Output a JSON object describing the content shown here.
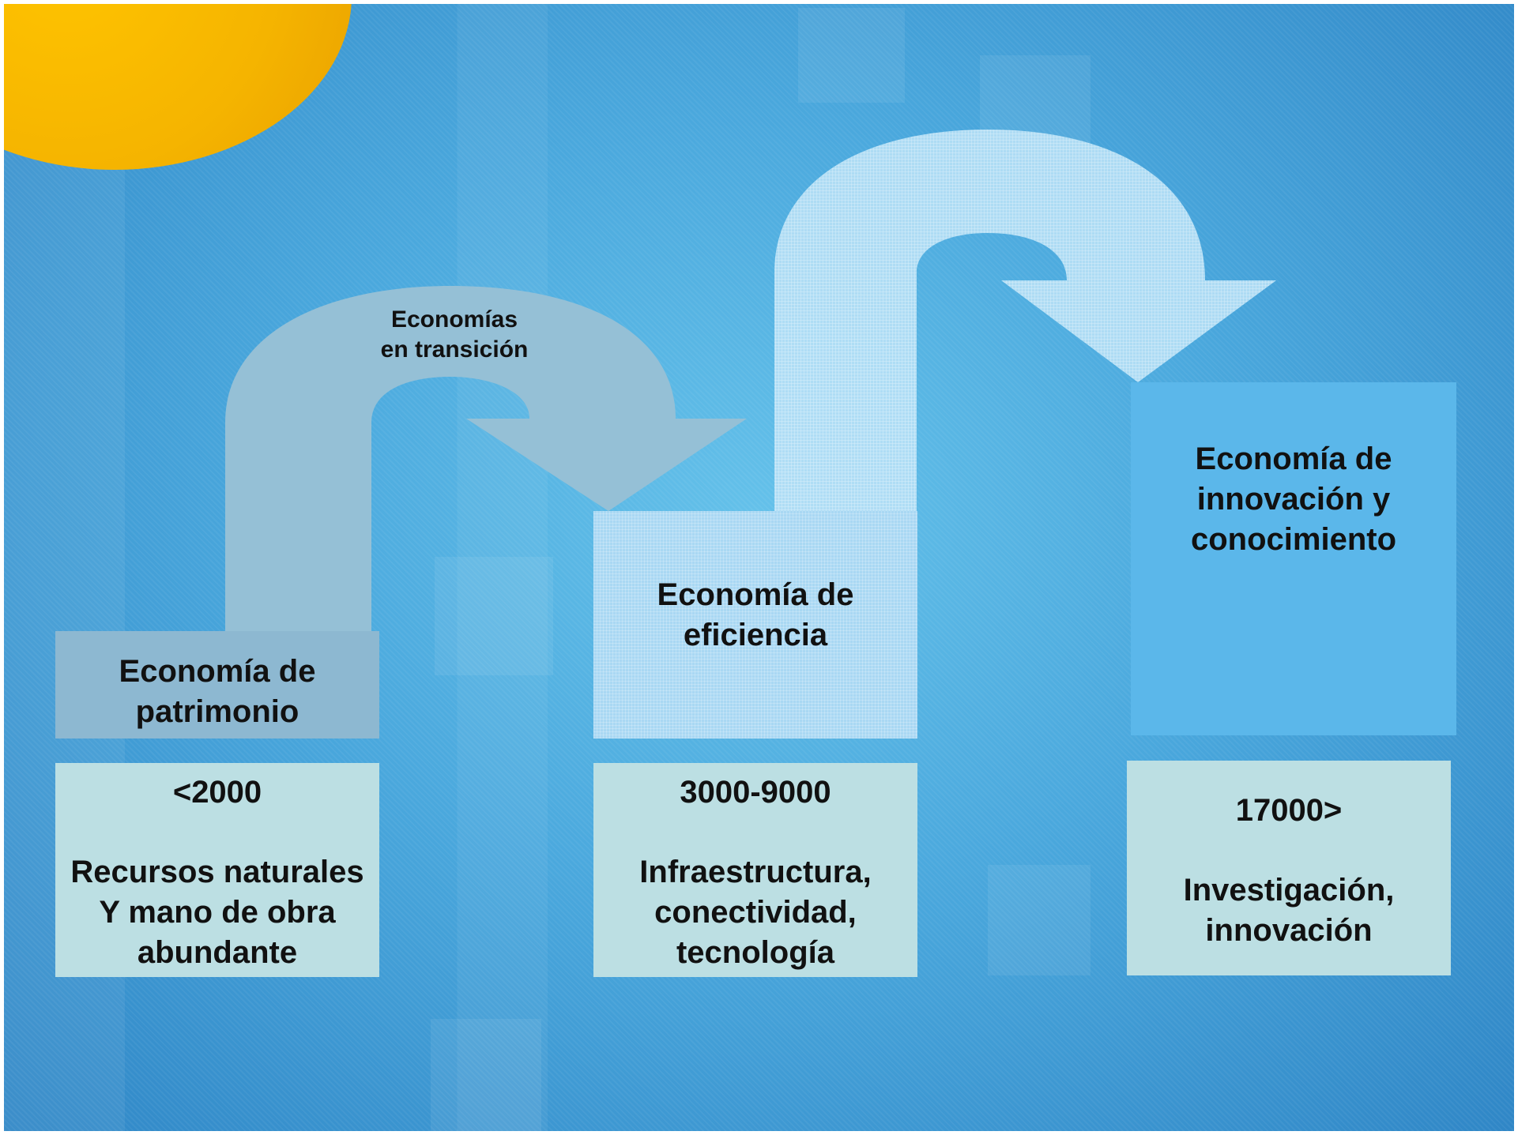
{
  "diagram": {
    "transition_label": "Economías\nen transición",
    "stages": [
      {
        "title": "Economía de\npatrimonio",
        "range": "<2000",
        "description": "Recursos naturales\nY mano de obra\nabundante"
      },
      {
        "title": "Economía de\neficiencia",
        "range": "3000-9000",
        "description": "Infraestructura,\nconectividad,\ntecnología"
      },
      {
        "title": "Economía de\ninnovación y\nconocimiento",
        "range": "17000>",
        "description": "Investigación,\ninnovación"
      }
    ]
  },
  "colors": {
    "background": "#4aa8dd",
    "sun": "#f5b400",
    "stage_patrimonio": "#8db8d1",
    "stage_eficiencia": "#a9d8f3",
    "stage_innovacion": "#5bb7ea",
    "info_box": "#bcdfe3"
  }
}
